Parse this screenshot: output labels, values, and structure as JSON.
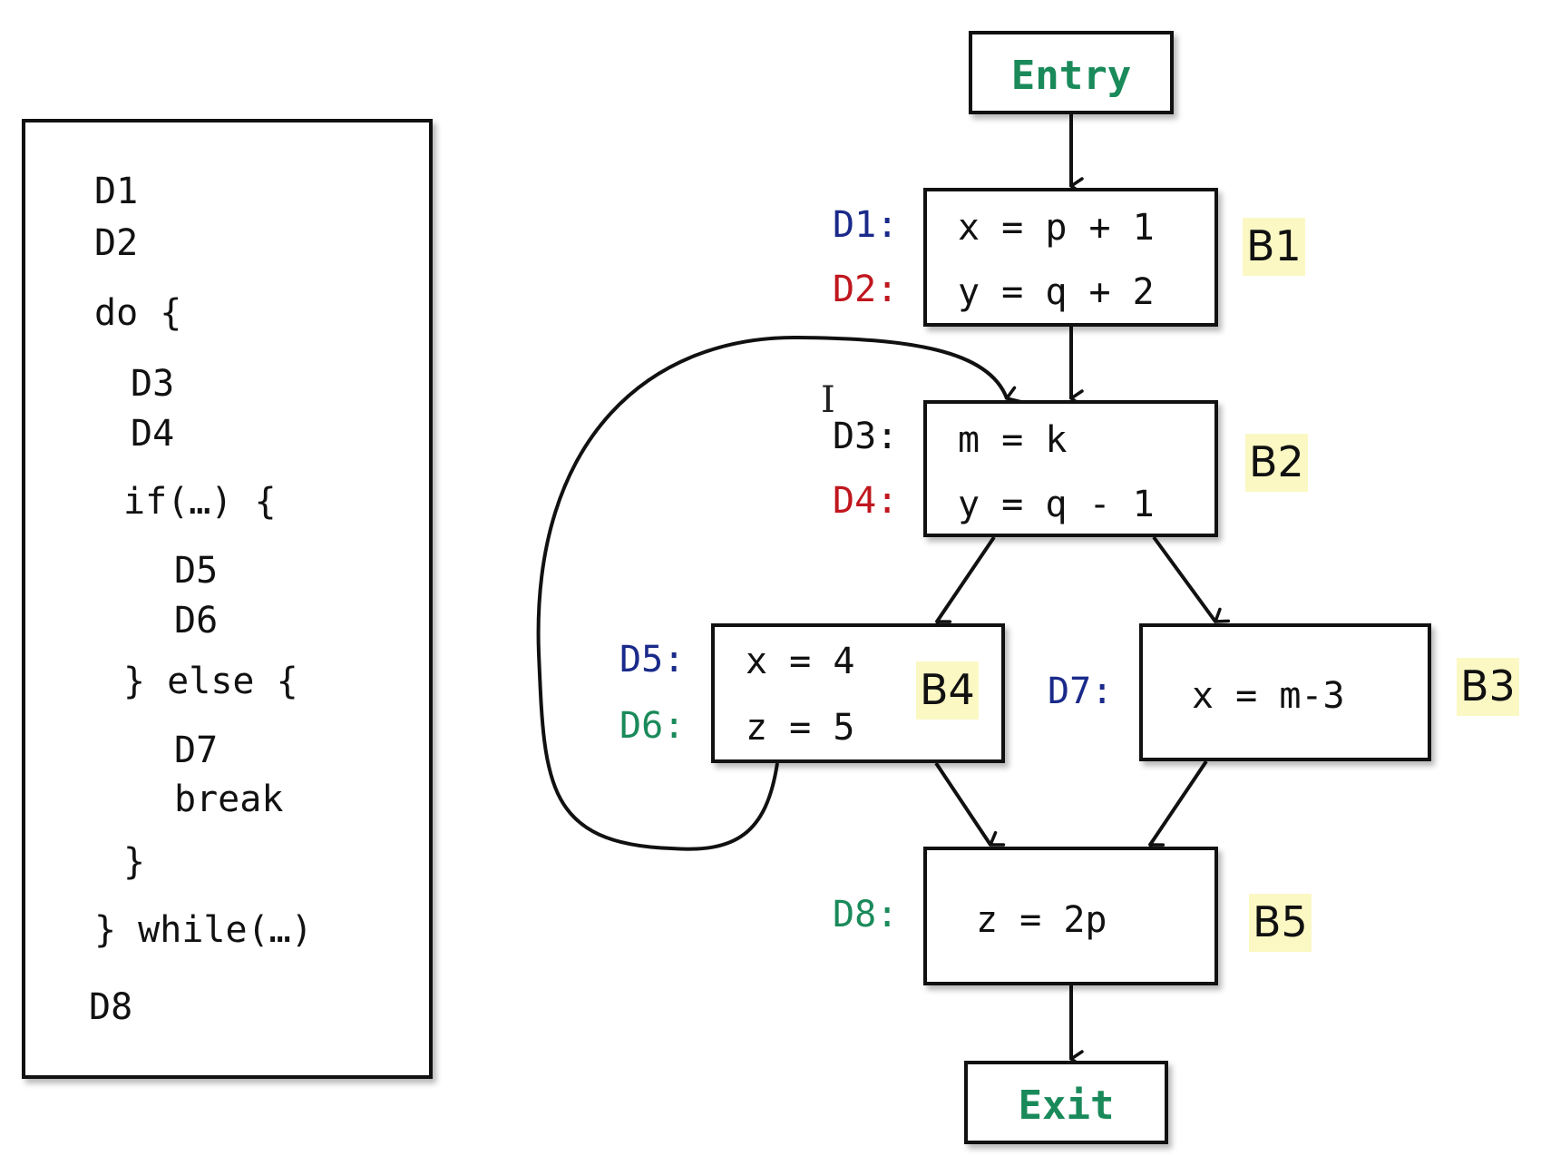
{
  "colors": {
    "entry_exit": "#1a8a5a",
    "blue_def": "#1a2a8a",
    "red_def": "#c0161e",
    "green_def": "#1a8a5a",
    "black_def": "#111111",
    "block_highlight": "#fcf8c4"
  },
  "code": {
    "lines": [
      "D1",
      "D2",
      "do {",
      "D3",
      "D4",
      "if(…) {",
      "D5",
      "D6",
      "} else {",
      "D7",
      "break",
      "}",
      "} while(…)",
      "D8"
    ]
  },
  "cfg": {
    "entry": "Entry",
    "exit": "Exit",
    "blocks": [
      {
        "id": "B1",
        "defs": [
          {
            "label": "D1:",
            "color": "blue",
            "stmt": "x = p + 1"
          },
          {
            "label": "D2:",
            "color": "red",
            "stmt": "y = q + 2"
          }
        ]
      },
      {
        "id": "B2",
        "defs": [
          {
            "label": "D3:",
            "color": "black",
            "stmt": "m = k"
          },
          {
            "label": "D4:",
            "color": "red",
            "stmt": "y = q - 1"
          }
        ]
      },
      {
        "id": "B4",
        "defs": [
          {
            "label": "D5:",
            "color": "blue",
            "stmt": "x = 4"
          },
          {
            "label": "D6:",
            "color": "green",
            "stmt": "z = 5"
          }
        ]
      },
      {
        "id": "B3",
        "defs": [
          {
            "label": "D7:",
            "color": "blue",
            "stmt": "x = m-3"
          }
        ]
      },
      {
        "id": "B5",
        "defs": [
          {
            "label": "D8:",
            "color": "green",
            "stmt": "z = 2p"
          }
        ]
      }
    ],
    "edges": [
      [
        "Entry",
        "B1"
      ],
      [
        "B1",
        "B2"
      ],
      [
        "B2",
        "B4"
      ],
      [
        "B2",
        "B3"
      ],
      [
        "B4",
        "B2"
      ],
      [
        "B4",
        "B5"
      ],
      [
        "B3",
        "B5"
      ],
      [
        "B5",
        "Exit"
      ]
    ]
  }
}
